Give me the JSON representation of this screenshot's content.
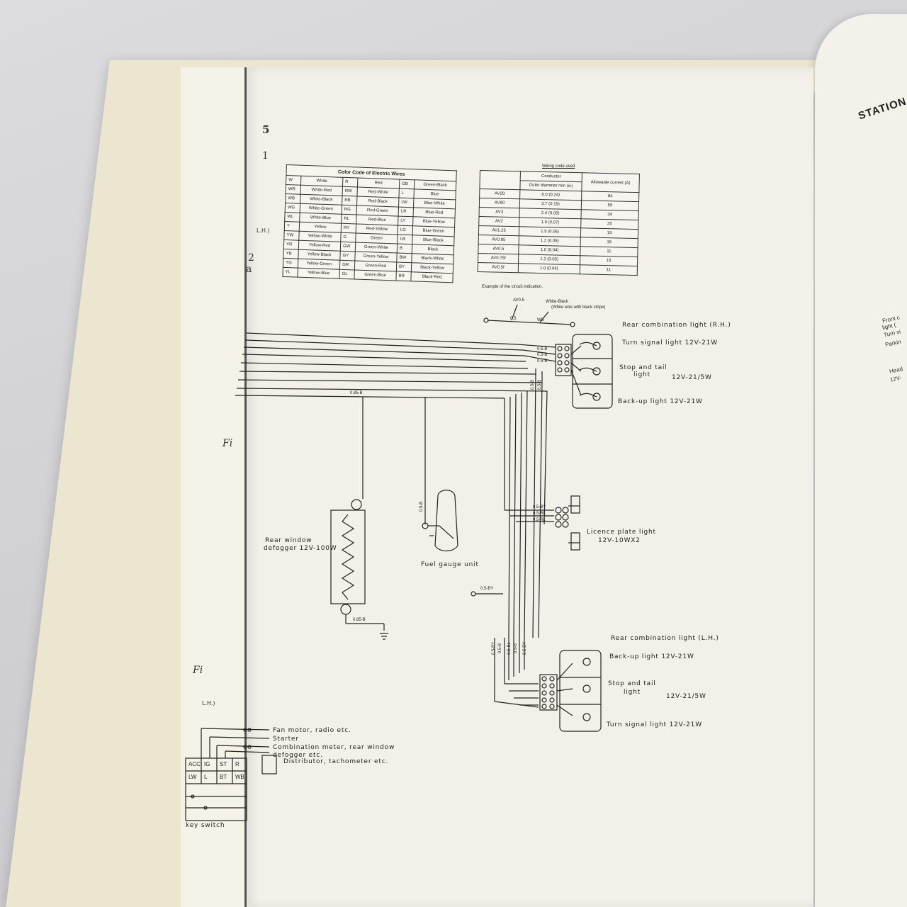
{
  "color_code": {
    "title": "Color Code of Electric Wires",
    "rows": [
      [
        "W",
        "White",
        "R",
        "Red",
        "GB",
        "Green-Black"
      ],
      [
        "WR",
        "White-Red",
        "RW",
        "Red-White",
        "L",
        "Blue"
      ],
      [
        "WB",
        "White-Black",
        "RB",
        "Red-Black",
        "LW",
        "Blue-White"
      ],
      [
        "WG",
        "White-Green",
        "RG",
        "Red-Green",
        "LR",
        "Blue-Red"
      ],
      [
        "WL",
        "White-Blue",
        "RL",
        "Red-Blue",
        "LY",
        "Blue-Yellow"
      ],
      [
        "Y",
        "Yellow",
        "RY",
        "Red-Yellow",
        "LG",
        "Blue-Green"
      ],
      [
        "YW",
        "Yellow-White",
        "G",
        "Green",
        "LB",
        "Blue-Black"
      ],
      [
        "YR",
        "Yellow-Red",
        "GW",
        "Green-White",
        "B",
        "Black"
      ],
      [
        "YB",
        "Yellow-Black",
        "GY",
        "Green-Yellow",
        "BW",
        "Black-White"
      ],
      [
        "YG",
        "Yellow-Green",
        "GR",
        "Green-Red",
        "BY",
        "Black-Yellow"
      ],
      [
        "YL",
        "Yellow-Blue",
        "GL",
        "Green-Blue",
        "BR",
        "Black-Red"
      ]
    ]
  },
  "wiring_code": {
    "title": "Wiring code used",
    "conductor": "Conductor",
    "outer_diameter": "Outer diameter mm (in)",
    "allowable": "Allowable current (A)",
    "rows": [
      [
        "AV20",
        "6.0 (0.24)",
        "84"
      ],
      [
        "AV80",
        "3.7 (0.15)",
        "59"
      ],
      [
        "AV3",
        "2.4 (0.09)",
        "34"
      ],
      [
        "AV2",
        "1.9 (0.07)",
        "25"
      ],
      [
        "AV1.25",
        "1.5 (0.06)",
        "19"
      ],
      [
        "AV0.85",
        "1.2 (0.05)",
        "15"
      ],
      [
        "AV0.5",
        "1.0 (0.04)",
        "11"
      ],
      [
        "AV0.75f",
        "1.2 (0.05)",
        "15"
      ],
      [
        "AV0.5f",
        "1.0 (0.04)",
        "11"
      ]
    ],
    "example": "Example of the circuit indication.",
    "ex_av": "AV0.5",
    "ex_wb_title": "White-Black",
    "ex_wb_note": "(White wire with black stripe)",
    "ex_05": "0.5",
    "ex_wb": "WB"
  },
  "labels": {
    "rear_rh": "Rear combination light (R.H.)",
    "turn_rh": "Turn signal light 12V-21W",
    "stop_tail_rh_a": "Stop and tail",
    "stop_tail_rh_b": "light",
    "stop_tail_rh_w": "12V-21/5W",
    "backup_rh": "Back-up light 12V-21W",
    "licence_a": "Licence plate light",
    "licence_b": "12V-10WX2",
    "defogger_a": "Rear window",
    "defogger_b": "defogger 12V-100W",
    "fuel": "Fuel gauge unit",
    "rear_lh": "Rear combination light (L.H.)",
    "backup_lh": "Back-up light 12V-21W",
    "stop_tail_lh_a": "Stop and tail",
    "stop_tail_lh_b": "light",
    "stop_tail_lh_w": "12V-21/5W",
    "turn_lh": "Turn signal light 12V-21W",
    "fan": "Fan motor, radio etc.",
    "starter": "Starter",
    "combi_a": "Combination meter, rear window",
    "combi_b": "defogger etc.",
    "distributor": "Distributor, tachometer etc.",
    "key_switch": "key switch",
    "ks_top": [
      "ACC",
      "IG",
      "ST",
      "R"
    ],
    "ks_bot": [
      "LW",
      "L",
      "BT",
      "WB"
    ]
  },
  "wire_labels": {
    "w085b_top": "0.85-B",
    "w05b_fuel": "0.5-B",
    "w085b_bot": "0.85-B",
    "w05by_gnd": "0.5-BY",
    "rh_1": "0.5-B",
    "rh_2": "0.5-B",
    "rh_3": "0.5-B",
    "rh_v1": "0.5-B",
    "rh_v2": "0.5-B",
    "lic_1": "0.5-BY",
    "lic_2": "0.5-RL",
    "lic_3": "0.5-RL",
    "lh_v": [
      "0.5-BY",
      "0.5-B",
      "0.5-BL",
      "0.5-B",
      "0.5-BY"
    ]
  },
  "fragments": {
    "left_5": "5",
    "left_1": "1",
    "left_lh": "L.H.)",
    "left_2": "2",
    "left_a": "a",
    "left_fi1": "Fi",
    "left_fi2": "Fi",
    "left_lh2": "L.H.)",
    "station": "STATION",
    "rb_front": "Front c",
    "rb_light": "light (",
    "rb_turn": "Turn si",
    "rb_parking": "Parkin",
    "rb_head": "Head",
    "rb_12v": "12V-"
  }
}
